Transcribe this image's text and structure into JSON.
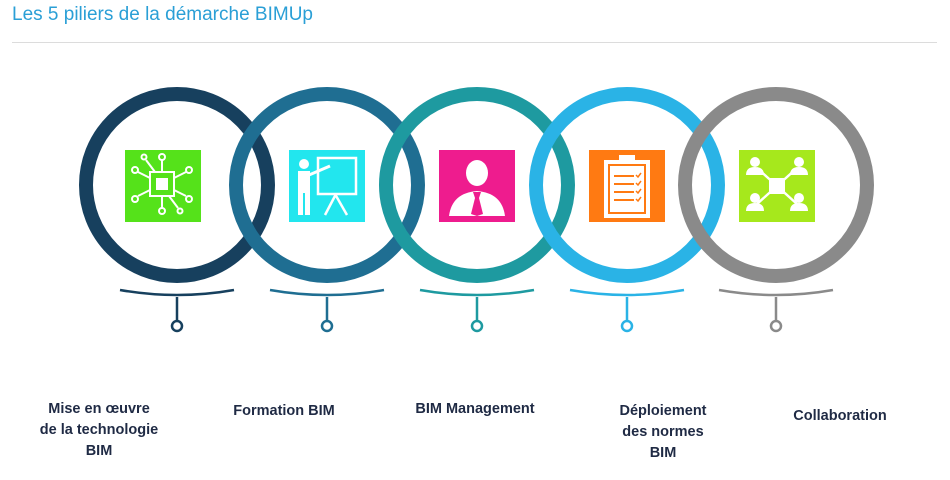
{
  "header": {
    "title": "Les 5 piliers de la démarche BIMUp"
  },
  "colors": {
    "title": "#2a9fd6",
    "ring_1": "#17405e",
    "ring_2": "#1f6e92",
    "ring_3": "#1e9aa0",
    "ring_4": "#2ab3e6",
    "ring_5": "#8a8a8a",
    "tile_1": "#55e21a",
    "tile_2": "#22e6ee",
    "tile_3": "#ee1c8e",
    "tile_4": "#ff7a12",
    "tile_5": "#a6e81c"
  },
  "pillars": [
    {
      "icon": "circuit-chip-icon",
      "label_lines": [
        "Mise en œuvre",
        "de la technologie",
        "BIM"
      ]
    },
    {
      "icon": "presenter-board-icon",
      "label_lines": [
        "Formation BIM"
      ]
    },
    {
      "icon": "manager-person-icon",
      "label_lines": [
        "BIM Management"
      ]
    },
    {
      "icon": "clipboard-checklist-icon",
      "label_lines": [
        "Déploiement",
        "des normes",
        "BIM"
      ]
    },
    {
      "icon": "team-network-icon",
      "label_lines": [
        "Collaboration"
      ]
    }
  ]
}
